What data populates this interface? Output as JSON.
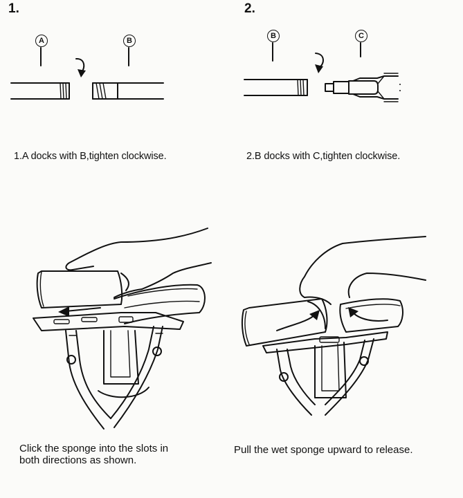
{
  "steps": [
    {
      "number": "1.",
      "part_left": "A",
      "part_right": "B",
      "caption": "1.A docks with B,tighten clockwise."
    },
    {
      "number": "2.",
      "part_left": "B",
      "part_right": "C",
      "caption": "2.B docks with C,tighten clockwise."
    }
  ],
  "instructions": [
    {
      "caption_line1": "Click the sponge into the slots in",
      "caption_line2": "both directions as shown."
    },
    {
      "caption": "Pull the wet sponge upward to release."
    }
  ],
  "icons": [
    "rotate-clockwise-arrow-icon",
    "direction-arrow-icon"
  ]
}
